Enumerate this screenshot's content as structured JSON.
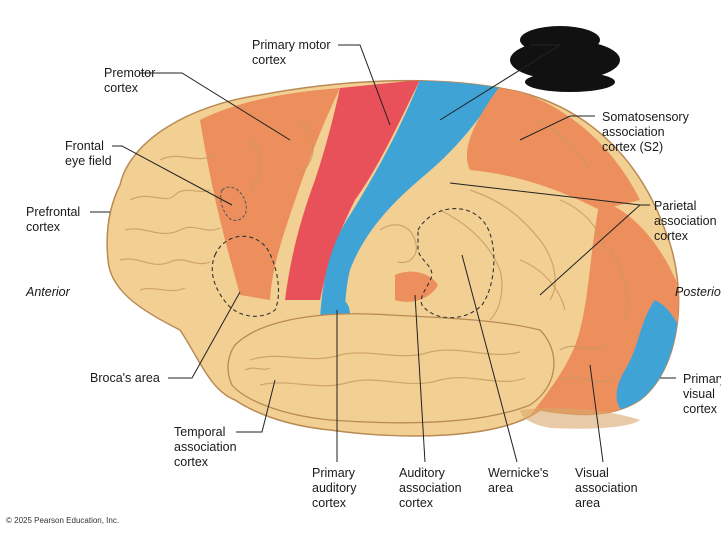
{
  "labels": {
    "primary_motor": "Primary motor\ncortex",
    "premotor": "Premotor\ncortex",
    "frontal_eye_field": "Frontal\neye field",
    "prefrontal": "Prefrontal\ncortex",
    "anterior": "Anterior",
    "broca": "Broca's area",
    "temporal_assoc": "Temporal\nassociation\ncortex",
    "primary_auditory": "Primary\nauditory\ncortex",
    "auditory_assoc": "Auditory\nassociation\ncortex",
    "wernicke": "Wernicke's\narea",
    "visual_assoc": "Visual\nassociation\narea",
    "somatosensory_assoc": "Somatosensory\nassociation\ncortex (S2)",
    "parietal_assoc": "Parietal\nassociation\ncortex",
    "posterior": "Posterior",
    "primary_visual": "Primary\nvisual\ncortex"
  },
  "copyright": "© 2025 Pearson Education, Inc.",
  "colors": {
    "association_tan": "#f2cf92",
    "association_orange": "#ec8f5c",
    "primary_motor_red": "#e8505a",
    "primary_sensory_blue": "#3fa3d6",
    "redaction": "#111111"
  }
}
